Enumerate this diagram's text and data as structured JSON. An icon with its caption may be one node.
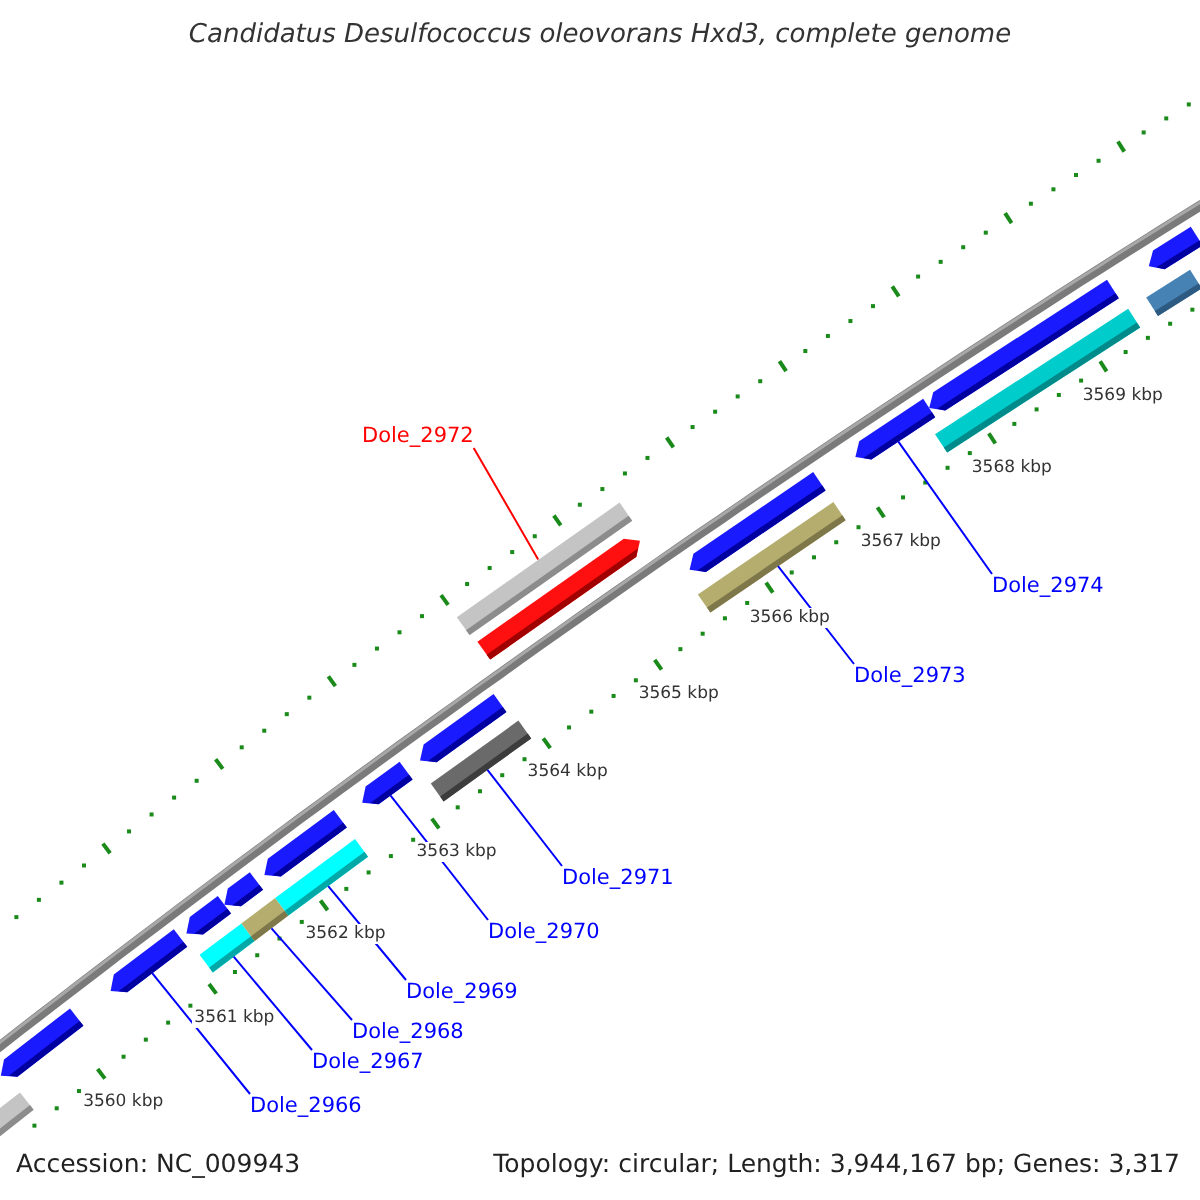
{
  "diagram": {
    "title": "Candidatus Desulfococcus oleovorans Hxd3, complete genome",
    "nodes": [
      {
        "text": [
          "Dole_2972"
        ]
      },
      {
        "text": [
          "Dole_2974"
        ]
      },
      {
        "text": [
          "Dole_2973"
        ]
      },
      {
        "text": [
          "Dole_2971"
        ]
      },
      {
        "text": [
          "Dole_2970"
        ]
      },
      {
        "text": [
          "Dole_2969"
        ]
      },
      {
        "text": [
          "Dole_2968"
        ]
      },
      {
        "text": [
          "Dole_2967"
        ]
      },
      {
        "text": [
          "Dole_2966"
        ]
      },
      {
        "text": [],
        "shape": "bar"
      },
      {
        "text": [],
        "shape": "pentagon"
      },
      {
        "text": [],
        "shape": "pentagon"
      },
      {
        "text": [],
        "shape": "bar"
      },
      {
        "text": [],
        "shape": "pentagon"
      },
      {
        "text": [],
        "shape": "pentagon"
      },
      {
        "text": [],
        "shape": "bar"
      },
      {
        "text": [],
        "shape": "bar"
      },
      {
        "text": [],
        "shape": "pentagon"
      },
      {
        "text": [],
        "shape": "pentagon"
      },
      {
        "text": [],
        "shape": "bar"
      },
      {
        "text": [],
        "shape": "pentagon"
      },
      {
        "text": [],
        "shape": "bar"
      },
      {
        "text": [],
        "shape": "pentagon"
      },
      {
        "text": [],
        "shape": "bar"
      },
      {
        "text": [],
        "shape": "pentagon"
      },
      {
        "text": [],
        "shape": "pentagon"
      },
      {
        "text": [],
        "shape": "bar"
      },
      {
        "text": [],
        "shape": "pentagon"
      },
      {
        "text": [],
        "shape": "bar"
      },
      {
        "text": [],
        "shape": "pentagon"
      }
    ],
    "edges": [
      {
        "from": 0,
        "to": 21,
        "arrow": "none",
        "color": "#ff0000"
      },
      {
        "from": 1,
        "to": 25,
        "arrow": "none"
      },
      {
        "from": 2,
        "to": 23,
        "arrow": "none"
      },
      {
        "from": 3,
        "to": 19,
        "arrow": "none"
      },
      {
        "from": 4,
        "to": 18,
        "arrow": "none"
      },
      {
        "from": 5,
        "to": 16,
        "arrow": "none"
      },
      {
        "from": 6,
        "to": 15,
        "arrow": "none"
      },
      {
        "from": 7,
        "to": 12,
        "arrow": "none"
      },
      {
        "from": 8,
        "to": 11,
        "arrow": "none"
      }
    ],
    "labels": [
      "3560 kbp",
      "3561 kbp",
      "3562 kbp",
      "3563 kbp",
      "3564 kbp",
      "3565 kbp",
      "3566 kbp",
      "3567 kbp",
      "3568 kbp",
      "3569 kbp",
      "Accession: NC_009943",
      "Topology: circular; Length: 3,944,167 bp; Genes: 3,317"
    ]
  }
}
